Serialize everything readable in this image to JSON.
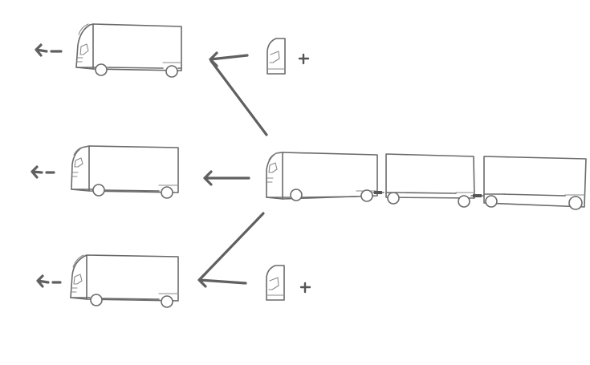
{
  "diagram": {
    "description_free": true,
    "colors": {
      "line": "#6a6a6a",
      "arrow": "#606060",
      "background": "#ffffff"
    },
    "nodes": [
      {
        "id": "truck-top",
        "kind": "rigid-truck",
        "icon": "truck-icon"
      },
      {
        "id": "truck-middle",
        "kind": "rigid-truck",
        "icon": "truck-icon"
      },
      {
        "id": "truck-bottom",
        "kind": "rigid-truck",
        "icon": "truck-icon"
      },
      {
        "id": "road-train",
        "kind": "truck-with-two-trailers",
        "icon": "road-train-icon"
      },
      {
        "id": "cab-top",
        "kind": "tractor-cab",
        "icon": "cab-icon"
      },
      {
        "id": "cab-bottom",
        "kind": "tractor-cab",
        "icon": "cab-icon"
      }
    ],
    "plus_signs": [
      {
        "id": "plus-top",
        "icon": "plus-icon"
      },
      {
        "id": "plus-bottom",
        "icon": "plus-icon"
      }
    ],
    "edges": [
      {
        "from": "road-train",
        "to": "truck-top",
        "icon": "arrow-icon"
      },
      {
        "from": "road-train",
        "to": "truck-middle",
        "icon": "arrow-icon"
      },
      {
        "from": "road-train",
        "to": "truck-bottom",
        "icon": "arrow-icon"
      },
      {
        "from": "cab-top",
        "to": "truck-top",
        "icon": "arrow-icon"
      },
      {
        "from": "cab-bottom",
        "to": "truck-bottom",
        "icon": "arrow-icon"
      }
    ],
    "direction_arrows": [
      {
        "for": "truck-top",
        "icon": "direction-arrow-icon"
      },
      {
        "for": "truck-middle",
        "icon": "direction-arrow-icon"
      },
      {
        "for": "truck-bottom",
        "icon": "direction-arrow-icon"
      }
    ]
  }
}
